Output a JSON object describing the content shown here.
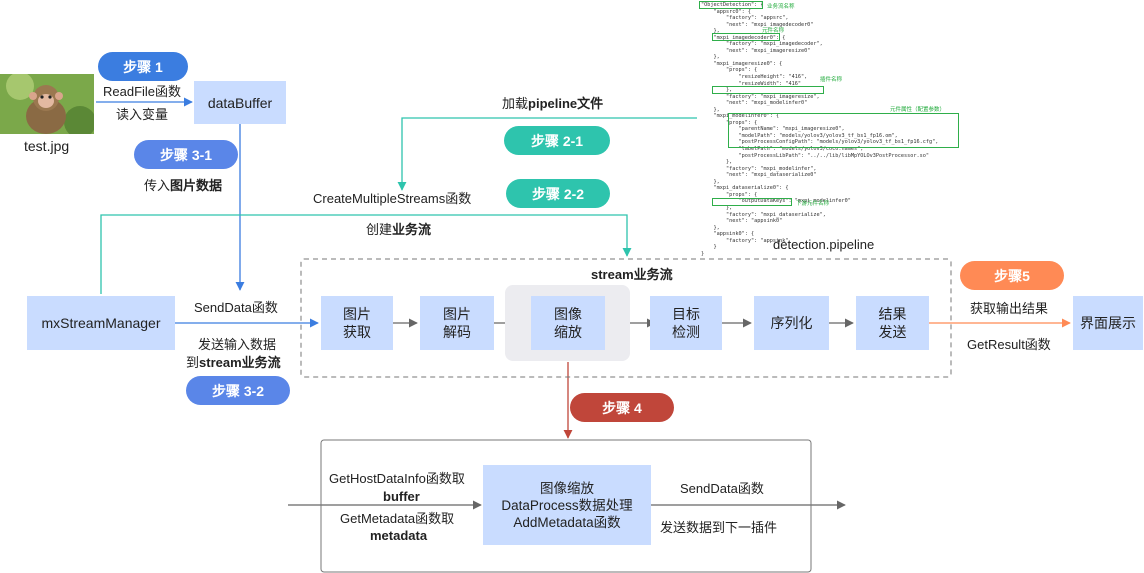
{
  "pills": {
    "step1": "步骤 1",
    "step2_1": "步骤 2-1",
    "step2_2": "步骤 2-2",
    "step3_1": "步骤 3-1",
    "step3_2": "步骤 3-2",
    "step4": "步骤 4",
    "step5": "步骤5"
  },
  "image": {
    "caption": "test.jpg"
  },
  "boxes": {
    "dataBuffer": "dataBuffer",
    "mxStreamManager": "mxStreamManager",
    "display": "界面展示",
    "plugin": [
      "图像缩放",
      "DataProcess数据处理",
      "AddMetadata函数"
    ]
  },
  "stream": {
    "title": "stream业务流",
    "nodes": [
      [
        "图片",
        "获取"
      ],
      [
        "图片",
        "解码"
      ],
      [
        "图像",
        "缩放"
      ],
      [
        "目标",
        "检测"
      ],
      [
        "序列化"
      ],
      [
        "结果",
        "发送"
      ]
    ]
  },
  "labels": {
    "readfile": "ReadFile函数",
    "read_var": "读入变量",
    "pass_image_pre": "传入",
    "pass_image_bold": "图片数据",
    "load_pre": "加载",
    "load_bold": "pipeline文件",
    "create_streams": "CreateMultipleStreams函数",
    "create_flow_pre": "创建",
    "create_flow_bold": "业务流",
    "pipeline_file": "detection.pipeline",
    "senddata": "SendData函数",
    "send_input": "发送输入数据",
    "to_stream_pre": "到",
    "to_stream_bold": "stream业务流",
    "get_output": "获取输出结果",
    "getresult": "GetResult函数",
    "gethost": "GetHostDataInfo函数取",
    "buffer": "buffer",
    "getmeta": "GetMetadata函数取",
    "metadata": "metadata",
    "senddata2": "SendData函数",
    "send_next": "发送数据到下一插件"
  },
  "pipeline_code": {
    "lines": [
      "\"ObjectDetection\": {",
      "    \"appsrc0\": {",
      "        \"factory\": \"appsrc\",",
      "        \"next\": \"mxpi_imagedecoder0\"",
      "    },",
      "    \"mxpi_imagedecoder0\": {",
      "        \"factory\": \"mxpi_imagedecoder\",",
      "        \"next\": \"mxpi_imageresize0\"",
      "    },",
      "    \"mxpi_imageresize0\": {",
      "        \"props\": {",
      "            \"resizeHeight\": \"416\",",
      "            \"resizeWidth\": \"416\"",
      "        },",
      "        \"factory\": \"mxpi_imageresize\",",
      "        \"next\": \"mxpi_modelinfer0\"",
      "    },",
      "    \"mxpi_modelinfer0\": {",
      "        \"props\": {",
      "            \"parentName\": \"mxpi_imageresize0\",",
      "            \"modelPath\": \"models/yolov3/yolov3_tf_bs1_fp16.om\",",
      "            \"postProcessConfigPath\": \"models/yolov3/yolov3_tf_bs1_fp16.cfg\",",
      "            \"labelPath\": \"models/yolov3/coco.names\",",
      "            \"postProcessLibPath\": \"../../lib/libMpYOLOv3PostProcessor.so\"",
      "        },",
      "        \"factory\": \"mxpi_modelinfer\",",
      "        \"next\": \"mxpi_dataserialize0\"",
      "    },",
      "    \"mxpi_dataserialize0\": {",
      "        \"props\": {",
      "            \"outputDataKeys\": \"mxpi_modelinfer0\"",
      "        },",
      "        \"factory\": \"mxpi_dataserialize\",",
      "        \"next\": \"appsink0\"",
      "    },",
      "    \"appsink0\": {",
      "        \"factory\": \"appsink\"",
      "    }",
      "}"
    ],
    "annotations": {
      "business_name": "业务流名称",
      "element_name": "元件名称",
      "plugin_name": "插件名称",
      "element_props": "元件属性（配置参数）",
      "downstream_name": "下游元件名称"
    }
  },
  "colors": {
    "box_fill": "#c9dcff",
    "blue": "#3b7de0",
    "teal": "#2ec4ad",
    "red": "#c0463a",
    "orange": "#ff8a55",
    "gray": "#666666"
  }
}
